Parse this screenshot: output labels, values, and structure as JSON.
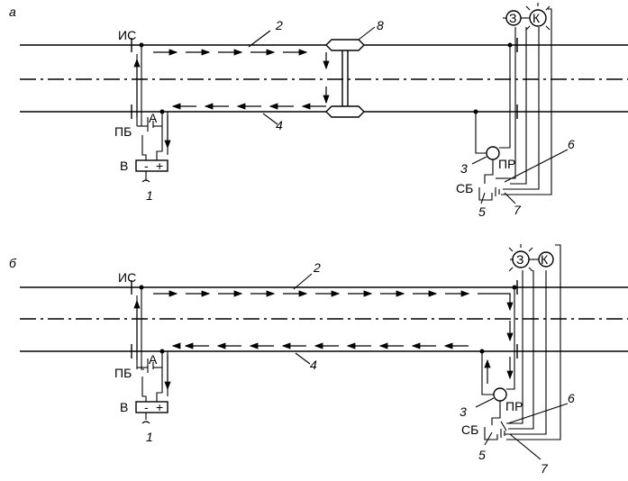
{
  "panels": [
    {
      "panel_label": "а",
      "labels": {
        "insulating_joint": "ИС",
        "track_battery": "ПБ",
        "rectifier": "В",
        "minus": "-",
        "plus": "+",
        "point": "А",
        "relay": "ПР",
        "signal_battery": "СБ",
        "green_lamp": "З",
        "red_lamp": "К"
      },
      "callouts": [
        "1",
        "2",
        "3",
        "4",
        "5",
        "6",
        "7",
        "8"
      ]
    },
    {
      "panel_label": "б",
      "labels": {
        "insulating_joint": "ИС",
        "track_battery": "ПБ",
        "rectifier": "В",
        "minus": "-",
        "plus": "+",
        "point": "А",
        "relay": "ПР",
        "signal_battery": "СБ",
        "green_lamp": "З",
        "red_lamp": "К"
      },
      "callouts": [
        "1",
        "2",
        "3",
        "4",
        "5",
        "6",
        "7"
      ]
    }
  ]
}
